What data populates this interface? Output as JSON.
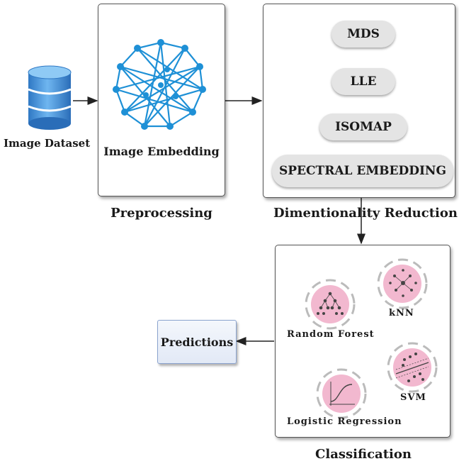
{
  "dataset": {
    "label": "Image Dataset",
    "icon": "database-icon"
  },
  "preprocessing": {
    "inner_label": "Image Embedding",
    "section_label": "Preprocessing",
    "icon": "network-icon"
  },
  "dim_reduction": {
    "section_label": "Dimentionality Reduction",
    "methods": [
      "MDS",
      "LLE",
      "ISOMAP",
      "SPECTRAL EMBEDDING"
    ]
  },
  "classification": {
    "section_label": "Classification",
    "models": {
      "random_forest": "Random Forest",
      "knn": "kNN",
      "svm": "SVM",
      "logistic_regression": "Logistic Regression"
    }
  },
  "predictions": {
    "label": "Predictions"
  },
  "colors": {
    "network_blue": "#1e90d6",
    "pill_gray": "#e4e4e4",
    "model_pink": "#f2b8cf",
    "db_blue": "#3f8fd8"
  }
}
